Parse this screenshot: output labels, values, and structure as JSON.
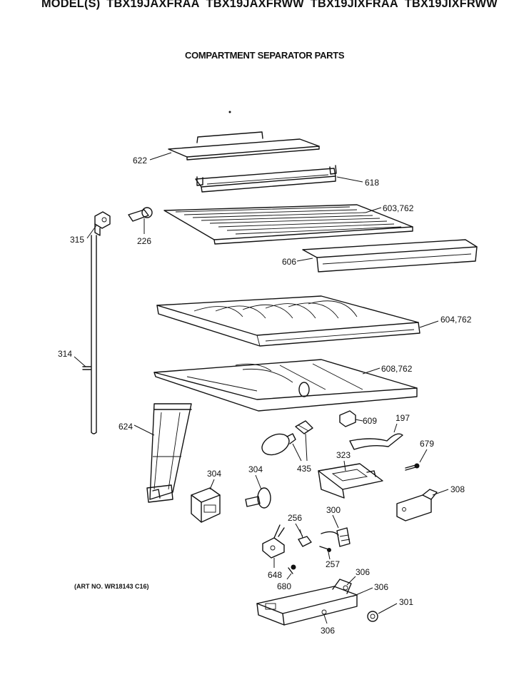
{
  "header": {
    "models_prefix": "MODEL(S)",
    "models": [
      "TBX19JAXFRAA",
      "TBX19JAXFRWW",
      "TBX19JIXFRAA",
      "TBX19JIXFRWW"
    ]
  },
  "subtitle": "COMPARTMENT SEPARATOR PARTS",
  "art_number": "(ART NO. WR18143 C16)",
  "callouts": {
    "c622": "622",
    "c618": "618",
    "c603": "603,762",
    "c315": "315",
    "c226": "226",
    "c606": "606",
    "c604": "604,762",
    "c314": "314",
    "c608": "608,762",
    "c609": "609",
    "c197": "197",
    "c624": "624",
    "c323": "323",
    "c679": "679",
    "c435": "435",
    "c304a": "304",
    "c304b": "304",
    "c308": "308",
    "c256": "256",
    "c300": "300",
    "c257": "257",
    "c648": "648",
    "c680": "680",
    "c306a": "306",
    "c306b": "306",
    "c306c": "306",
    "c301": "301"
  }
}
